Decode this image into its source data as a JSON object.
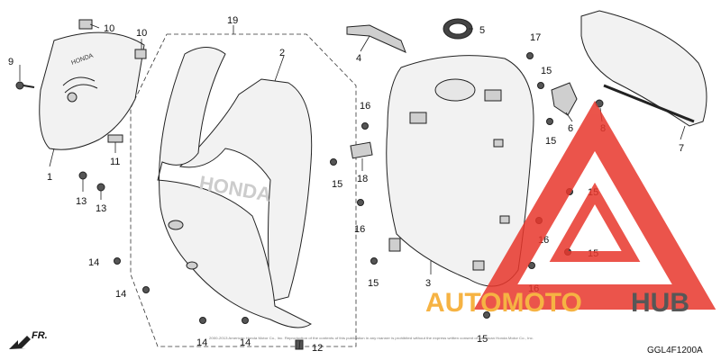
{
  "labels": {
    "l1": "1",
    "l2": "2",
    "l3": "3",
    "l4": "4",
    "l5": "5",
    "l6": "6",
    "l7": "7",
    "l8": "8",
    "l9": "9",
    "l10a": "10",
    "l10b": "10",
    "l11": "11",
    "l12": "12",
    "l13a": "13",
    "l13b": "13",
    "l14a": "14",
    "l14b": "14",
    "l14c": "14",
    "l14d": "14",
    "l15a": "15",
    "l15b": "15",
    "l15c": "15",
    "l15d": "15",
    "l15e": "15",
    "l15f": "15",
    "l15g": "15",
    "l16a": "16",
    "l16b": "16",
    "l16c": "16",
    "l16d": "16",
    "l17": "17",
    "l18": "18",
    "l19": "19"
  },
  "front_indicator": "FR.",
  "diagram_code": "GGL4F1200A",
  "emblem_text": "HONDA",
  "copyright_text": "2000-2013 American Honda Motor Co., Inc. Reproduction of the contents of this publication in any manner is prohibited without the express written consent of American Honda Motor Co., Inc.",
  "watermark": {
    "brand_part1": "AUTOMOTO",
    "brand_part2": "HUB",
    "color_orange": "#f5a623",
    "color_red": "#e8372c",
    "color_dark": "#3a3a3a"
  }
}
